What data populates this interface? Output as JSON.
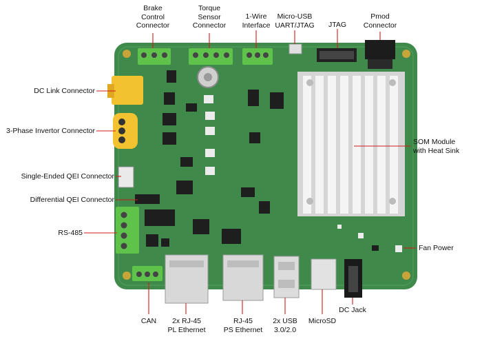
{
  "colors": {
    "pcb": "#3f8a4a",
    "pcb_dark": "#2d6b38",
    "terminal": "#5fc24a",
    "leader": "#d11a1a",
    "connector_yellow": "#f2c230",
    "heatsink": "#e9e9e9",
    "rj45": "#d8d8d8"
  },
  "labels": {
    "brake": [
      "Brake",
      "Control",
      "Connector"
    ],
    "torque": [
      "Torque",
      "Sensor",
      "Connector"
    ],
    "onewire": [
      "1-Wire",
      "Interface"
    ],
    "microusb": [
      "Micro-USB",
      "UART/JTAG"
    ],
    "jtag": [
      "JTAG"
    ],
    "pmod": [
      "Pmod",
      "Connector"
    ],
    "dclink": [
      "DC Link Connector"
    ],
    "threephase": [
      "3-Phase Invertor Connector"
    ],
    "seqei": [
      "Single-Ended QEI Connector"
    ],
    "diffqei": [
      "Differential QEI Connector"
    ],
    "rs485": [
      "RS-485"
    ],
    "som": [
      "SOM Module",
      "with Heat Sink"
    ],
    "fanpower": [
      "Fan Power"
    ],
    "can": [
      "CAN"
    ],
    "plethernet": [
      "2x RJ-45",
      "PL Ethernet"
    ],
    "psethernet": [
      "RJ-45",
      "PS Ethernet"
    ],
    "usb": [
      "2x USB",
      "3.0/2.0"
    ],
    "microsd": [
      "MicroSD"
    ],
    "dcjack": [
      "DC Jack"
    ]
  }
}
